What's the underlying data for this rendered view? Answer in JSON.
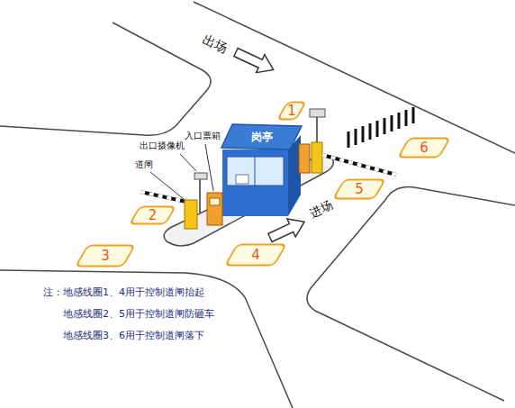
{
  "diagram": {
    "nodes": [
      {
        "text": [
          "岗亭"
        ]
      },
      {
        "text": [
          "1"
        ]
      },
      {
        "text": [
          "2"
        ]
      },
      {
        "text": [
          "3"
        ]
      },
      {
        "text": [
          "4"
        ]
      },
      {
        "text": [
          "5"
        ]
      },
      {
        "text": [
          "6"
        ]
      }
    ],
    "labels": [
      "出场",
      "入口票箱",
      "出口摄像机",
      "道闸",
      "进场",
      "注：地感线圈1、4用于控制道闸抬起",
      "地感线圈2、5用于控制道闸防砸车",
      "地感线圈3、6用于控制道闸落下"
    ]
  }
}
